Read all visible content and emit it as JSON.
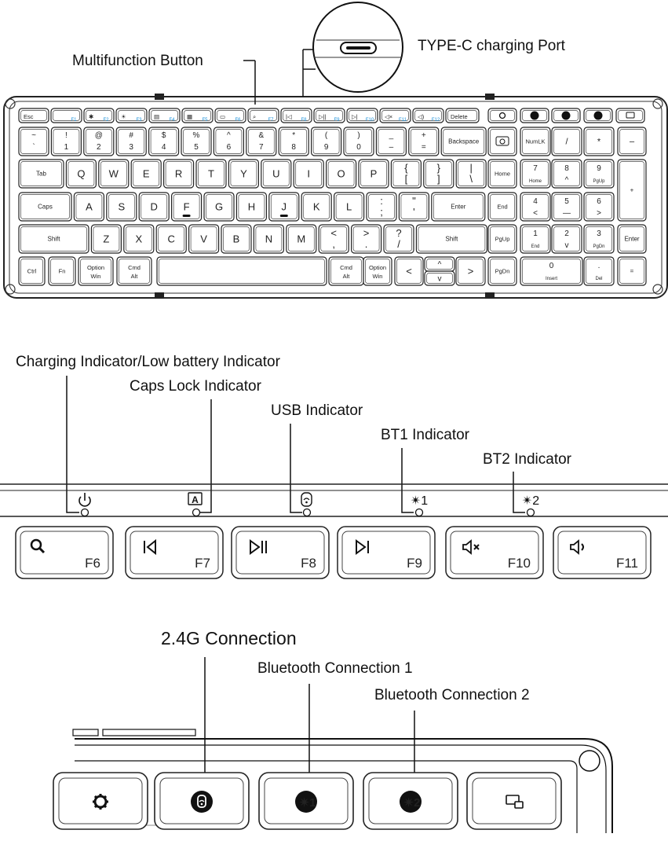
{
  "callouts": {
    "multifunction_button": "Multifunction Button",
    "type_c_port": "TYPE-C charging Port",
    "charging_indicator": "Charging Indicator/Low battery Indicator",
    "caps_lock_indicator": "Caps Lock Indicator",
    "usb_indicator": "USB Indicator",
    "bt1_indicator": "BT1 Indicator",
    "bt2_indicator": "BT2 Indicator",
    "connection_24g": "2.4G Connection",
    "bt_connection_1": "Bluetooth Connection 1",
    "bt_connection_2": "Bluetooth Connection 2"
  },
  "indicator_labels": {
    "bt1": "✴1",
    "bt2": "✴2"
  },
  "fkeys_zoom": [
    {
      "icon": "search-icon",
      "label": "F6"
    },
    {
      "icon": "previous-track-icon",
      "label": "F7"
    },
    {
      "icon": "play-pause-icon",
      "label": "F8"
    },
    {
      "icon": "next-track-icon",
      "label": "F9"
    },
    {
      "icon": "mute-icon",
      "label": "F10"
    },
    {
      "icon": "volume-icon",
      "label": "F11"
    }
  ],
  "connection_keys": [
    {
      "icon": "gear-icon",
      "label": ""
    },
    {
      "icon": "usb-24g-icon",
      "label": ""
    },
    {
      "icon": "bluetooth-1-icon",
      "label": "1"
    },
    {
      "icon": "bluetooth-2-icon",
      "label": "2"
    },
    {
      "icon": "screen-lock-icon",
      "label": ""
    }
  ],
  "keyboard": {
    "row_function": [
      {
        "t": "Esc"
      },
      {
        "t": "",
        "fn": "F1"
      },
      {
        "t": "✱",
        "fn": "F2"
      },
      {
        "t": "☀",
        "fn": "F3"
      },
      {
        "t": "▤",
        "fn": "F4"
      },
      {
        "t": "▦",
        "fn": "F5"
      },
      {
        "t": "▭",
        "fn": "F6"
      },
      {
        "t": "⌕",
        "fn": "F7"
      },
      {
        "t": "|◁",
        "fn": "F8"
      },
      {
        "t": "▷||",
        "fn": "F9"
      },
      {
        "t": "▷|",
        "fn": "F10"
      },
      {
        "t": "◁×",
        "fn": "F11"
      },
      {
        "t": "◁)",
        "fn": "F12"
      },
      {
        "t": "Delete"
      }
    ],
    "row_number": [
      {
        "t": "~",
        "b": "`"
      },
      {
        "t": "!",
        "b": "1"
      },
      {
        "t": "@",
        "b": "2"
      },
      {
        "t": "#",
        "b": "3"
      },
      {
        "t": "$",
        "b": "4"
      },
      {
        "t": "%",
        "b": "5"
      },
      {
        "t": "^",
        "b": "6"
      },
      {
        "t": "&",
        "b": "7"
      },
      {
        "t": "*",
        "b": "8"
      },
      {
        "t": "(",
        "b": "9"
      },
      {
        "t": ")",
        "b": "0"
      },
      {
        "t": "_",
        "b": "–"
      },
      {
        "t": "+",
        "b": "="
      },
      {
        "t": "Backspace"
      }
    ],
    "row_q": [
      "Tab",
      "Q",
      "W",
      "E",
      "R",
      "T",
      "Y",
      "U",
      "I",
      "O",
      "P",
      "{ [",
      "} ]",
      "| \\"
    ],
    "row_a": [
      "Caps",
      "A",
      "S",
      "D",
      "F",
      "G",
      "H",
      "J",
      "K",
      "L",
      ": ;",
      "\" '",
      "Enter"
    ],
    "row_z": [
      "Shift",
      "Z",
      "X",
      "C",
      "V",
      "B",
      "N",
      "M",
      "< ,",
      "> .",
      "? /",
      "Shift"
    ],
    "row_bottom": [
      "Ctrl",
      "Fn",
      "Option Win",
      "Cmd Alt",
      "",
      "Cmd Alt",
      "Option Win"
    ],
    "arrows": {
      "left": "<",
      "right": ">",
      "up": "^",
      "down": "v"
    },
    "nav": [
      "Home",
      "End",
      "PgUp",
      "PgDn"
    ],
    "top_right_icons": [
      "gear-icon",
      "usb-24g-icon",
      "bluetooth-1-icon",
      "bluetooth-2-icon",
      "screen-lock-icon"
    ],
    "numpad": {
      "row0": [
        "NumLK",
        "/",
        "*",
        "–"
      ],
      "row1": [
        {
          "t": "7",
          "b": "Home"
        },
        {
          "t": "8",
          "b": "^"
        },
        {
          "t": "9",
          "b": "PgUp"
        },
        {
          "t": "+"
        }
      ],
      "row2": [
        {
          "t": "4",
          "b": "<"
        },
        {
          "t": "5",
          "b": "—"
        },
        {
          "t": "6",
          "b": ">"
        }
      ],
      "row3": [
        {
          "t": "1",
          "b": "End"
        },
        {
          "t": "2",
          "b": "v"
        },
        {
          "t": "3",
          "b": "PgDn"
        },
        {
          "t": "Enter"
        }
      ],
      "row4": [
        {
          "t": "0",
          "b": "Insert"
        },
        {
          "t": ".",
          "b": "Del"
        },
        {
          "t": "="
        }
      ]
    }
  }
}
